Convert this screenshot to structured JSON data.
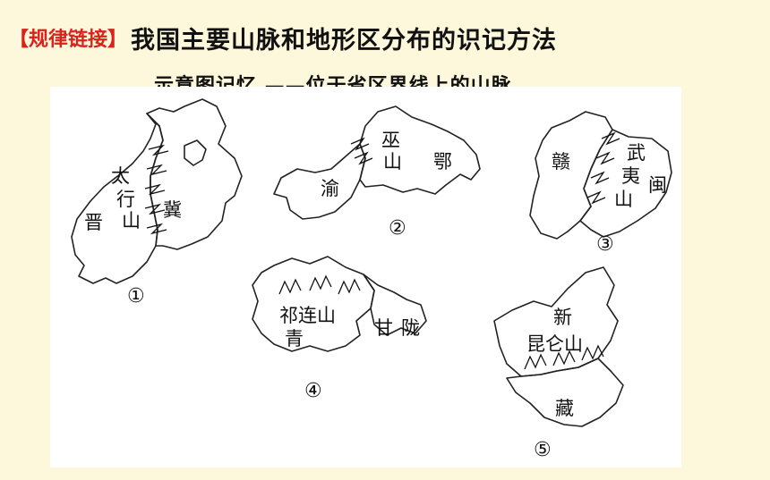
{
  "header": {
    "tag": "【规律链接】",
    "title": "我国主要山脉和地形区分布的识记方法",
    "subtitle": "示意图记忆 ——位于省区界线上的山脉。"
  },
  "maps": [
    {
      "number": "①",
      "mountain_chars": [
        "太",
        "行",
        "山"
      ],
      "provinces": [
        "晋",
        "冀"
      ]
    },
    {
      "number": "②",
      "mountain_chars": [
        "巫",
        "山"
      ],
      "provinces": [
        "鄂",
        "渝"
      ]
    },
    {
      "number": "③",
      "mountain_chars": [
        "武",
        "夷",
        "山"
      ],
      "provinces": [
        "赣",
        "闽"
      ]
    },
    {
      "number": "④",
      "mountain_chars": [
        "祁连山"
      ],
      "provinces": [
        "青",
        "甘",
        "陇"
      ]
    },
    {
      "number": "⑤",
      "mountain_chars": [
        "昆仑山"
      ],
      "provinces": [
        "新",
        "藏"
      ]
    }
  ]
}
